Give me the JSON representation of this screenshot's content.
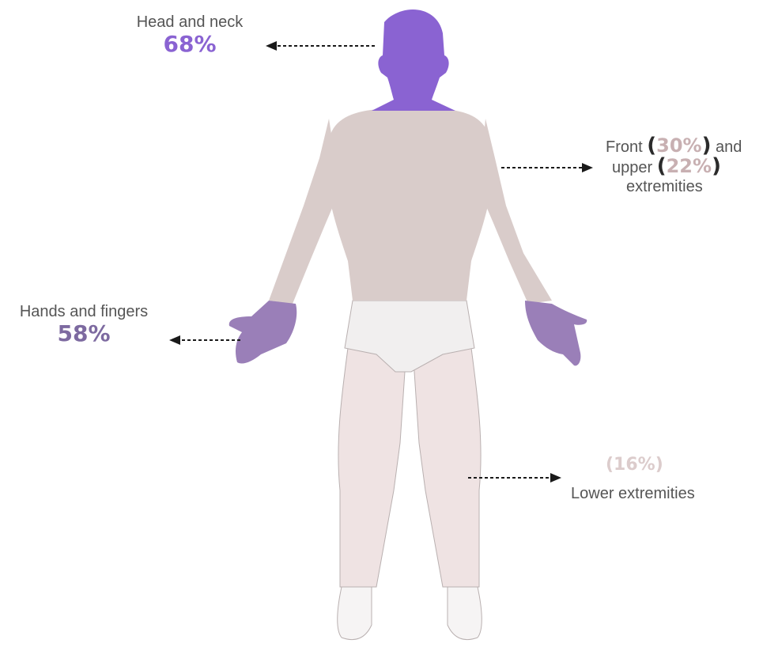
{
  "colors": {
    "head": "#8a63d2",
    "hands": "#9a7fb8",
    "torso": "#d9ccca",
    "hips": "#f1efef",
    "legs": "#efe3e3",
    "feet": "#f6f4f4",
    "pct_head": "#8a63d2",
    "pct_hands": "#7d6aa0",
    "pct_front": "#c8b0b2",
    "pct_lower": "#dccccc",
    "arrow": "#1a1a1a"
  },
  "labels": {
    "head_neck": {
      "name": "Head and neck",
      "pct": "68%"
    },
    "hands_fingers": {
      "name": "Hands and fingers",
      "pct": "58%"
    },
    "front_upper": {
      "line1_text": "Front",
      "line1_pct": "30%",
      "line1_tail": "and",
      "line2_text": "upper",
      "line2_pct": "22%",
      "line3_text": "extremities"
    },
    "lower": {
      "pct_paren": "(16%)",
      "name": "Lower extremities"
    }
  },
  "parens": {
    "open": "(",
    "close": ")"
  }
}
